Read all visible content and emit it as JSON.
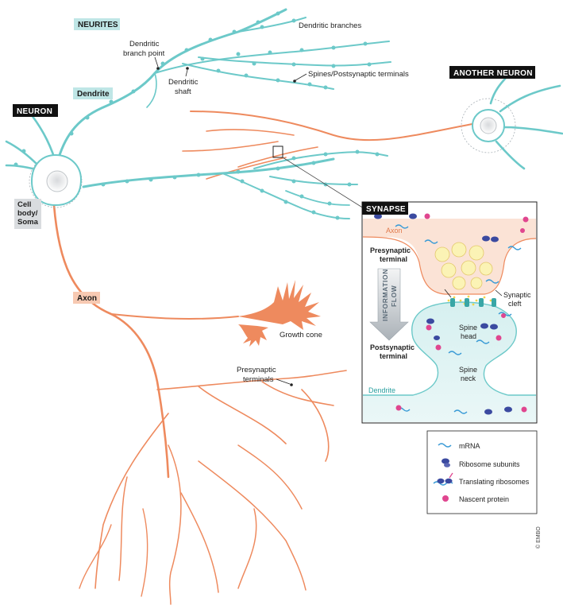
{
  "labels": {
    "neurites": "NEURITES",
    "dendrite": "Dendrite",
    "neuron": "NEURON",
    "cell_body": [
      "Cell",
      "body/",
      "Soma"
    ],
    "axon": "Axon",
    "another_neuron": "ANOTHER NEURON",
    "dendritic_branches": "Dendritic branches",
    "dendritic_branch_point": [
      "Dendritic",
      "branch point"
    ],
    "dendritic_shaft": [
      "Dendritic",
      "shaft"
    ],
    "spines_terminals": "Spines/Postsynaptic terminals",
    "growth_cone": "Growth cone",
    "presynaptic_terminals": [
      "Presynaptic",
      "terminals"
    ]
  },
  "synapse": {
    "title": "SYNAPSE",
    "axon": "Axon",
    "presynaptic_terminal": [
      "Presynaptic",
      "terminal"
    ],
    "information_flow": [
      "INFORMATION",
      "FLOW"
    ],
    "postsynaptic_terminal": [
      "Postsynaptic",
      "terminal"
    ],
    "synaptic_cleft": [
      "Synaptic",
      "cleft"
    ],
    "spine_head": [
      "Spine",
      "head"
    ],
    "spine_neck": [
      "Spine",
      "neck"
    ],
    "dendrite": "Dendrite"
  },
  "legend": {
    "items": [
      {
        "icon": "mrna-icon",
        "label": "mRNA"
      },
      {
        "icon": "ribosome-subunits-icon",
        "label": "Ribosome subunits"
      },
      {
        "icon": "translating-ribosomes-icon",
        "label": "Translating ribosomes"
      },
      {
        "icon": "nascent-protein-icon",
        "label": "Nascent protein"
      }
    ]
  },
  "copyright": "© EMBO",
  "colors": {
    "dendrite": "#6cc9c9",
    "axon": "#ee8a5e",
    "neurites_tag": "#bfe6e6",
    "axon_tag": "#f7c9b2",
    "dark_tag": "#111111",
    "mrna": "#3a9bd6",
    "ribosome": "#3b4aa0",
    "protein": "#e0468f"
  }
}
